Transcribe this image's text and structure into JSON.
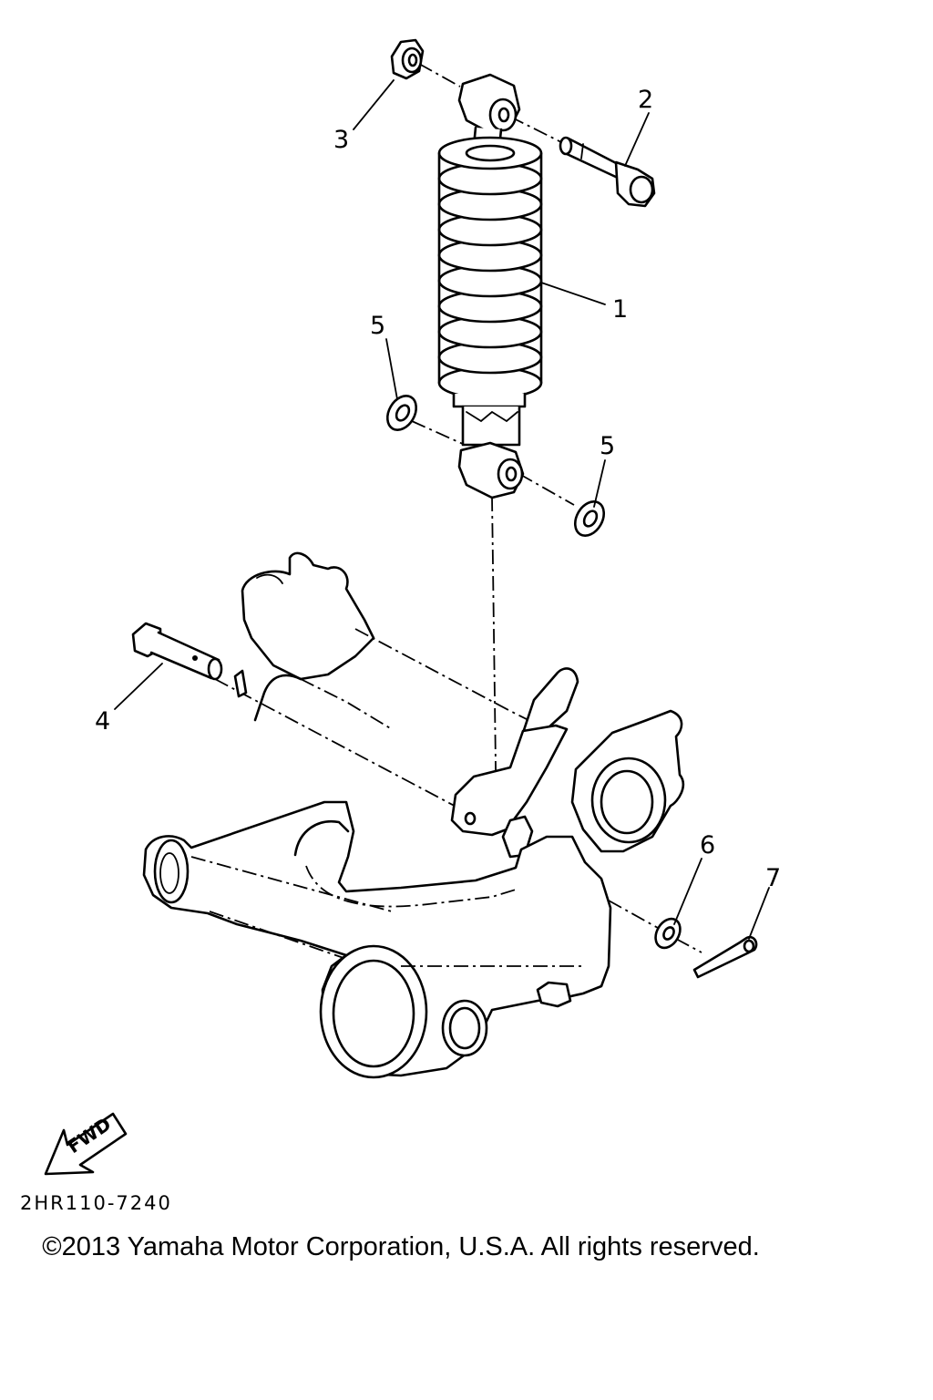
{
  "diagram": {
    "parts": [
      {
        "number": "1",
        "name": "rear-shock-absorber"
      },
      {
        "number": "2",
        "name": "bolt"
      },
      {
        "number": "3",
        "name": "nut"
      },
      {
        "number": "4",
        "name": "pivot-bolt"
      },
      {
        "number": "5",
        "name": "washer"
      },
      {
        "number": "5",
        "name": "washer"
      },
      {
        "number": "6",
        "name": "washer"
      },
      {
        "number": "7",
        "name": "cotter-pin"
      }
    ],
    "fwd_label": "FWD",
    "diagram_code": "2HR110-7240",
    "copyright": "©2013 Yamaha Motor Corporation, U.S.A. All rights reserved."
  }
}
